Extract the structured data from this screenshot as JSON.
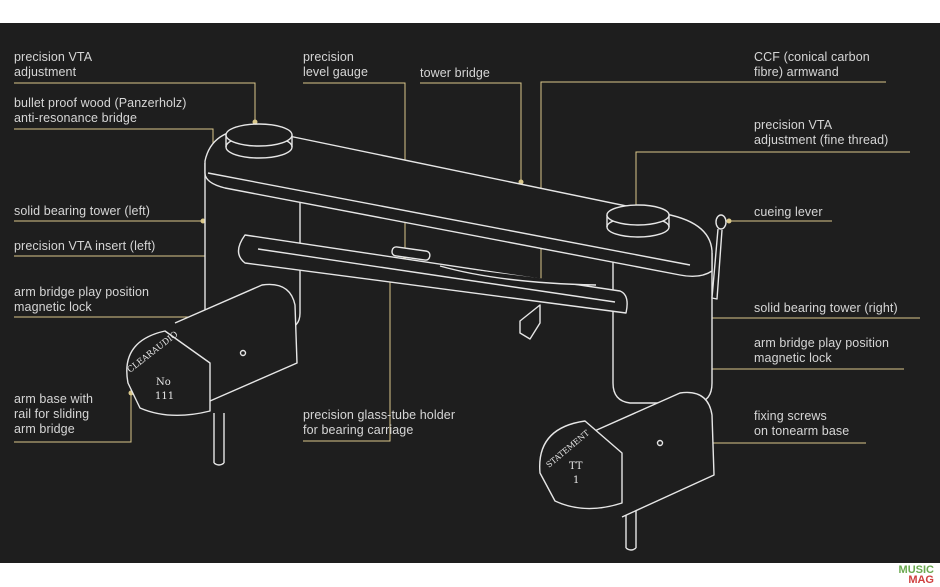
{
  "colors": {
    "background": "#1e1e1e",
    "line": "#d9c78a",
    "text": "#d6d6d6",
    "drawing": "#e6e6e6"
  },
  "labels": {
    "vta_adjustment": "precision VTA\nadjustment",
    "bullet_proof_wood": "bullet proof wood (Panzerholz)\nanti-resonance bridge",
    "bearing_tower_left": "solid bearing tower (left)",
    "vta_insert_left": "precision VTA insert (left)",
    "magnetic_lock_left": "arm bridge play position\nmagnetic lock",
    "arm_base_rail": "arm base with\nrail for sliding\narm bridge",
    "level_gauge": "precision\nlevel gauge",
    "tower_bridge": "tower bridge",
    "glass_tube_holder": "precision glass-tube holder\nfor bearing carriage",
    "ccf_armwand": "CCF (conical carbon\nfibre) armwand",
    "vta_fine_thread": "precision VTA\nadjustment (fine thread)",
    "cueing_lever": "cueing lever",
    "bearing_tower_right": "solid bearing tower (right)",
    "magnetic_lock_right": "arm bridge play position\nmagnetic lock",
    "fixing_screws": "fixing screws\non tonearm base"
  },
  "engravings": {
    "left_base": {
      "brand": "CLEARAUDIO",
      "line1": "No",
      "line2": "111"
    },
    "right_base": {
      "brand": "STATEMENT",
      "line1": "TT",
      "line2": "1"
    }
  },
  "watermark": {
    "line1": "MUSIC",
    "line2": "MAG"
  }
}
